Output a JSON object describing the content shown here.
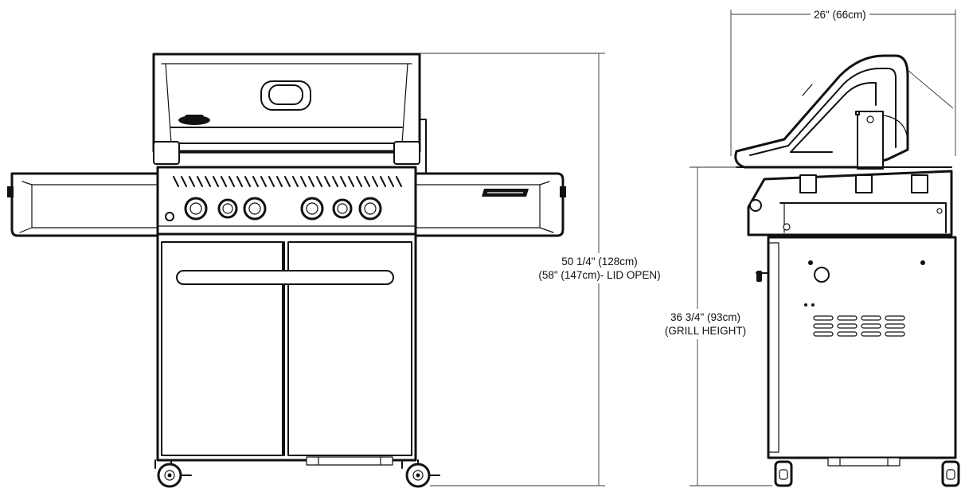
{
  "dimensions": {
    "width_side": "26\" (66cm)",
    "height_total_line1": "50 1/4\" (128cm)",
    "height_total_line2": "(58\" (147cm)- LID OPEN)",
    "grill_height_line1": "36 3/4\" (93cm)",
    "grill_height_line2": "(GRILL HEIGHT)"
  },
  "colors": {
    "line": "#111111",
    "background": "#ffffff",
    "fill_grey": "#d9d9d9"
  },
  "icons": [
    "control-knob-icon",
    "caster-wheel-icon",
    "lid-handle-icon",
    "temperature-gauge-icon",
    "logo-badge-icon"
  ]
}
